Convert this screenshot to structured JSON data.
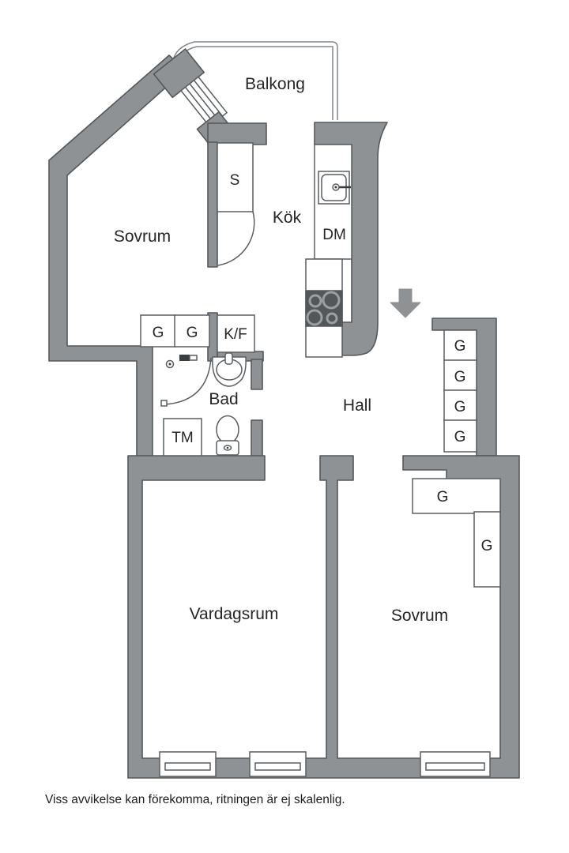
{
  "rooms": {
    "balkong": "Balkong",
    "sovrum_top": "Sovrum",
    "kok": "Kök",
    "hall": "Hall",
    "bad": "Bad",
    "vardagsrum": "Vardagsrum",
    "sovrum_bottom": "Sovrum"
  },
  "storage": {
    "closet": "S",
    "corridor_row": [
      "G",
      "G"
    ],
    "fridge_freezer": "K/F",
    "hall_column": [
      "G",
      "G",
      "G",
      "G"
    ],
    "bedroom_wardrobes": [
      "G",
      "G"
    ]
  },
  "appliances": {
    "dishwasher": "DM",
    "washing_machine": "TM"
  },
  "icons": {
    "entrance": "arrow-down",
    "kitchen_sink": "sink-with-faucet",
    "stove": "four-burner-stove",
    "shower": "corner-shower",
    "washbasin": "washbasin",
    "toilet": "toilet",
    "window": "double-line-window",
    "door": "quarter-circle-swing"
  },
  "footer": {
    "disclaimer": "Viss avvikelse kan förekomma, ritningen är ej skalenlig."
  },
  "colors": {
    "wall": "#8e9294",
    "outline": "#54585b",
    "fixture": "#5a5e61",
    "stove": "#53575a",
    "burner": "#9aa0a2",
    "text": "#262626",
    "bg": "#ffffff"
  }
}
